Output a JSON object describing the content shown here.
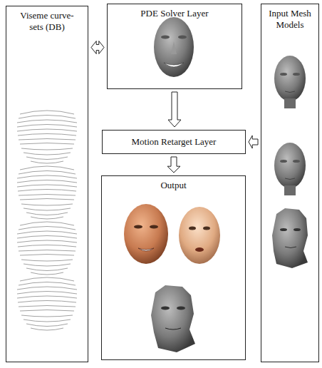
{
  "diagram": {
    "nodes": [
      {
        "text": [
          "Viseme curve-sets (DB)"
        ]
      },
      {
        "text": [
          "PDE Solver Layer"
        ]
      },
      {
        "text": [
          "Motion Retarget Layer"
        ]
      },
      {
        "text": [
          "Output"
        ]
      },
      {
        "text": [
          "Input Mesh Models"
        ]
      }
    ],
    "edges": [
      {
        "from": 0,
        "to": 1,
        "arrow": "both"
      },
      {
        "from": 1,
        "to": 2,
        "arrow": "to"
      },
      {
        "from": 4,
        "to": 2,
        "arrow": "to"
      },
      {
        "from": 2,
        "to": 3,
        "arrow": "to"
      }
    ]
  }
}
